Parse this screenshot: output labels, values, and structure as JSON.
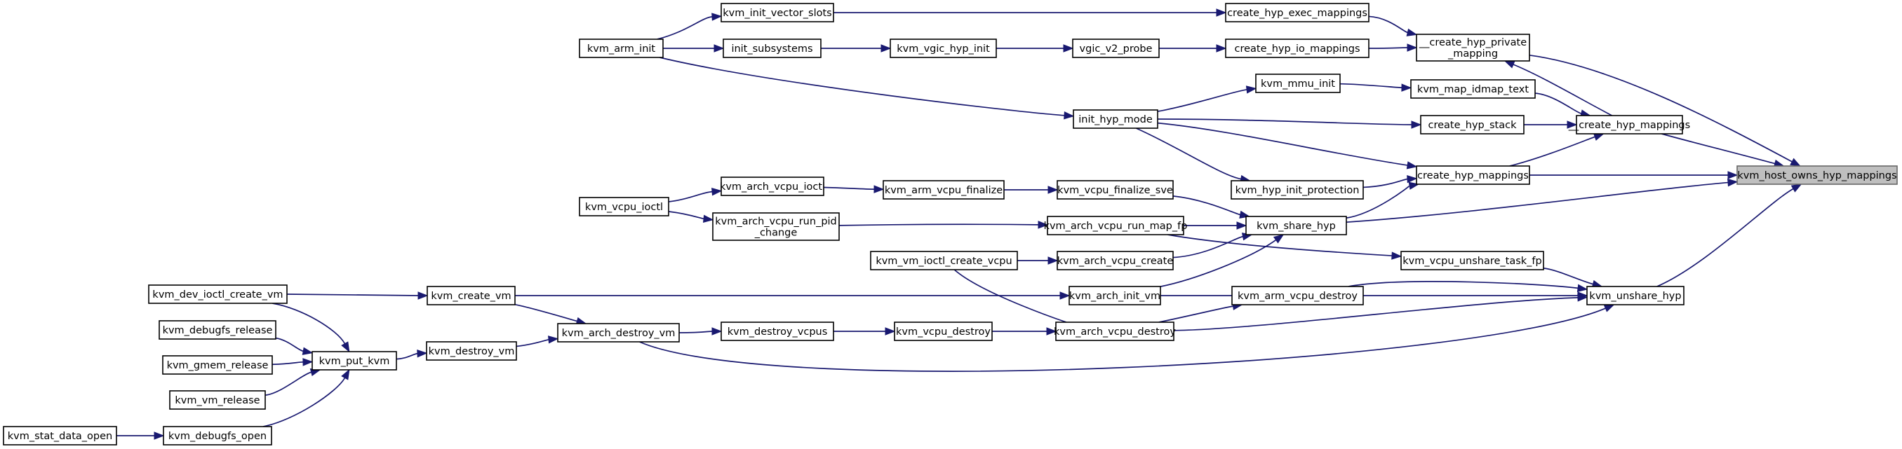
{
  "graph": {
    "title": "Call graph: callers of kvm_host_owns_hyp_mappings",
    "colors": {
      "edge": "#191970",
      "node_fill": "#ffffff",
      "node_stroke": "#000000",
      "root_fill": "#bfbfbf",
      "root_stroke": "#666666"
    },
    "nodes": [
      {
        "id": "kvm_host_owns_hyp_mappings",
        "lines": [
          "kvm_host_owns_hyp_mappings"
        ],
        "root": true
      },
      {
        "id": "__create_hyp_private_mapping",
        "lines": [
          "__create_hyp_private",
          "_mapping"
        ]
      },
      {
        "id": "__create_hyp_mappings",
        "lines": [
          "__create_hyp_mappings"
        ]
      },
      {
        "id": "create_hyp_mappings",
        "lines": [
          "create_hyp_mappings"
        ]
      },
      {
        "id": "kvm_share_hyp",
        "lines": [
          "kvm_share_hyp"
        ]
      },
      {
        "id": "kvm_unshare_hyp",
        "lines": [
          "kvm_unshare_hyp"
        ]
      },
      {
        "id": "create_hyp_exec_mappings",
        "lines": [
          "create_hyp_exec_mappings"
        ]
      },
      {
        "id": "create_hyp_io_mappings",
        "lines": [
          "create_hyp_io_mappings"
        ]
      },
      {
        "id": "kvm_map_idmap_text",
        "lines": [
          "kvm_map_idmap_text"
        ]
      },
      {
        "id": "create_hyp_stack",
        "lines": [
          "create_hyp_stack"
        ]
      },
      {
        "id": "kvm_hyp_init_protection",
        "lines": [
          "kvm_hyp_init_protection"
        ]
      },
      {
        "id": "kvm_vcpu_unshare_task_fp",
        "lines": [
          "kvm_vcpu_unshare_task_fp"
        ]
      },
      {
        "id": "kvm_arm_vcpu_destroy",
        "lines": [
          "kvm_arm_vcpu_destroy"
        ]
      },
      {
        "id": "kvm_mmu_init",
        "lines": [
          "kvm_mmu_init"
        ]
      },
      {
        "id": "kvm_init_vector_slots",
        "lines": [
          "kvm_init_vector_slots"
        ]
      },
      {
        "id": "vgic_v2_probe",
        "lines": [
          "vgic_v2_probe"
        ]
      },
      {
        "id": "init_hyp_mode",
        "lines": [
          "init_hyp_mode"
        ]
      },
      {
        "id": "kvm_vcpu_finalize_sve",
        "lines": [
          "kvm_vcpu_finalize_sve"
        ]
      },
      {
        "id": "kvm_arch_vcpu_run_map_fp",
        "lines": [
          "kvm_arch_vcpu_run_map_fp"
        ]
      },
      {
        "id": "kvm_arch_vcpu_create",
        "lines": [
          "kvm_arch_vcpu_create"
        ]
      },
      {
        "id": "kvm_arch_init_vm",
        "lines": [
          "kvm_arch_init_vm"
        ]
      },
      {
        "id": "kvm_arch_vcpu_destroy",
        "lines": [
          "kvm_arch_vcpu_destroy"
        ]
      },
      {
        "id": "kvm_vgic_hyp_init",
        "lines": [
          "kvm_vgic_hyp_init"
        ]
      },
      {
        "id": "kvm_arm_vcpu_finalize",
        "lines": [
          "kvm_arm_vcpu_finalize"
        ]
      },
      {
        "id": "kvm_vm_ioctl_create_vcpu",
        "lines": [
          "kvm_vm_ioctl_create_vcpu"
        ]
      },
      {
        "id": "kvm_vcpu_destroy",
        "lines": [
          "kvm_vcpu_destroy"
        ]
      },
      {
        "id": "init_subsystems",
        "lines": [
          "init_subsystems"
        ]
      },
      {
        "id": "kvm_arch_vcpu_ioctl",
        "lines": [
          "kvm_arch_vcpu_ioctl"
        ]
      },
      {
        "id": "kvm_arch_vcpu_run_pid_change",
        "lines": [
          "kvm_arch_vcpu_run_pid",
          "_change"
        ]
      },
      {
        "id": "kvm_destroy_vcpus",
        "lines": [
          "kvm_destroy_vcpus"
        ]
      },
      {
        "id": "kvm_arm_init",
        "lines": [
          "kvm_arm_init"
        ]
      },
      {
        "id": "kvm_vcpu_ioctl",
        "lines": [
          "kvm_vcpu_ioctl"
        ]
      },
      {
        "id": "kvm_arch_destroy_vm",
        "lines": [
          "kvm_arch_destroy_vm"
        ]
      },
      {
        "id": "kvm_create_vm",
        "lines": [
          "kvm_create_vm"
        ]
      },
      {
        "id": "kvm_destroy_vm",
        "lines": [
          "kvm_destroy_vm"
        ]
      },
      {
        "id": "kvm_put_kvm",
        "lines": [
          "kvm_put_kvm"
        ]
      },
      {
        "id": "kvm_dev_ioctl_create_vm",
        "lines": [
          "kvm_dev_ioctl_create_vm"
        ]
      },
      {
        "id": "kvm_debugfs_release",
        "lines": [
          "kvm_debugfs_release"
        ]
      },
      {
        "id": "kvm_gmem_release",
        "lines": [
          "kvm_gmem_release"
        ]
      },
      {
        "id": "kvm_vm_release",
        "lines": [
          "kvm_vm_release"
        ]
      },
      {
        "id": "kvm_debugfs_open",
        "lines": [
          "kvm_debugfs_open"
        ]
      },
      {
        "id": "kvm_stat_data_open",
        "lines": [
          "kvm_stat_data_open"
        ]
      }
    ]
  }
}
